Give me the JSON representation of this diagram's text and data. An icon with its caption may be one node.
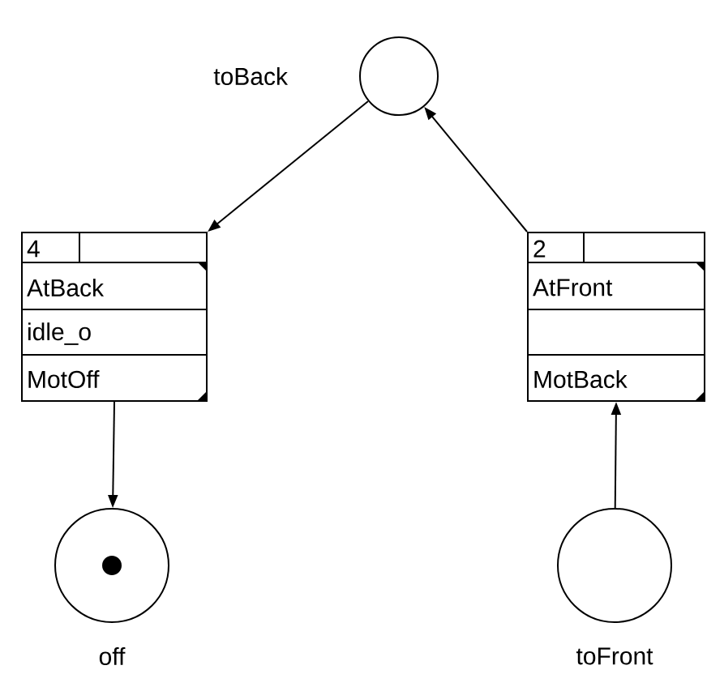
{
  "diagram": {
    "nodes": [
      {
        "text": [],
        "shape": "circle",
        "beside": [
          "toBack"
        ]
      },
      {
        "text": [
          "4",
          "AtBack",
          "idle_o",
          "MotOff"
        ]
      },
      {
        "text": [
          "2",
          "AtFront",
          "MotBack"
        ]
      },
      {
        "text": [],
        "shape": "circle",
        "beside": [
          "off"
        ]
      },
      {
        "text": [],
        "shape": "circle",
        "beside": [
          "toFront"
        ]
      }
    ],
    "edges": [
      {
        "from": 0,
        "to": 1,
        "arrow": "to"
      },
      {
        "from": 2,
        "to": 0,
        "arrow": "to"
      },
      {
        "from": 1,
        "to": 3,
        "arrow": "to"
      },
      {
        "from": 4,
        "to": 2,
        "arrow": "to"
      }
    ]
  }
}
